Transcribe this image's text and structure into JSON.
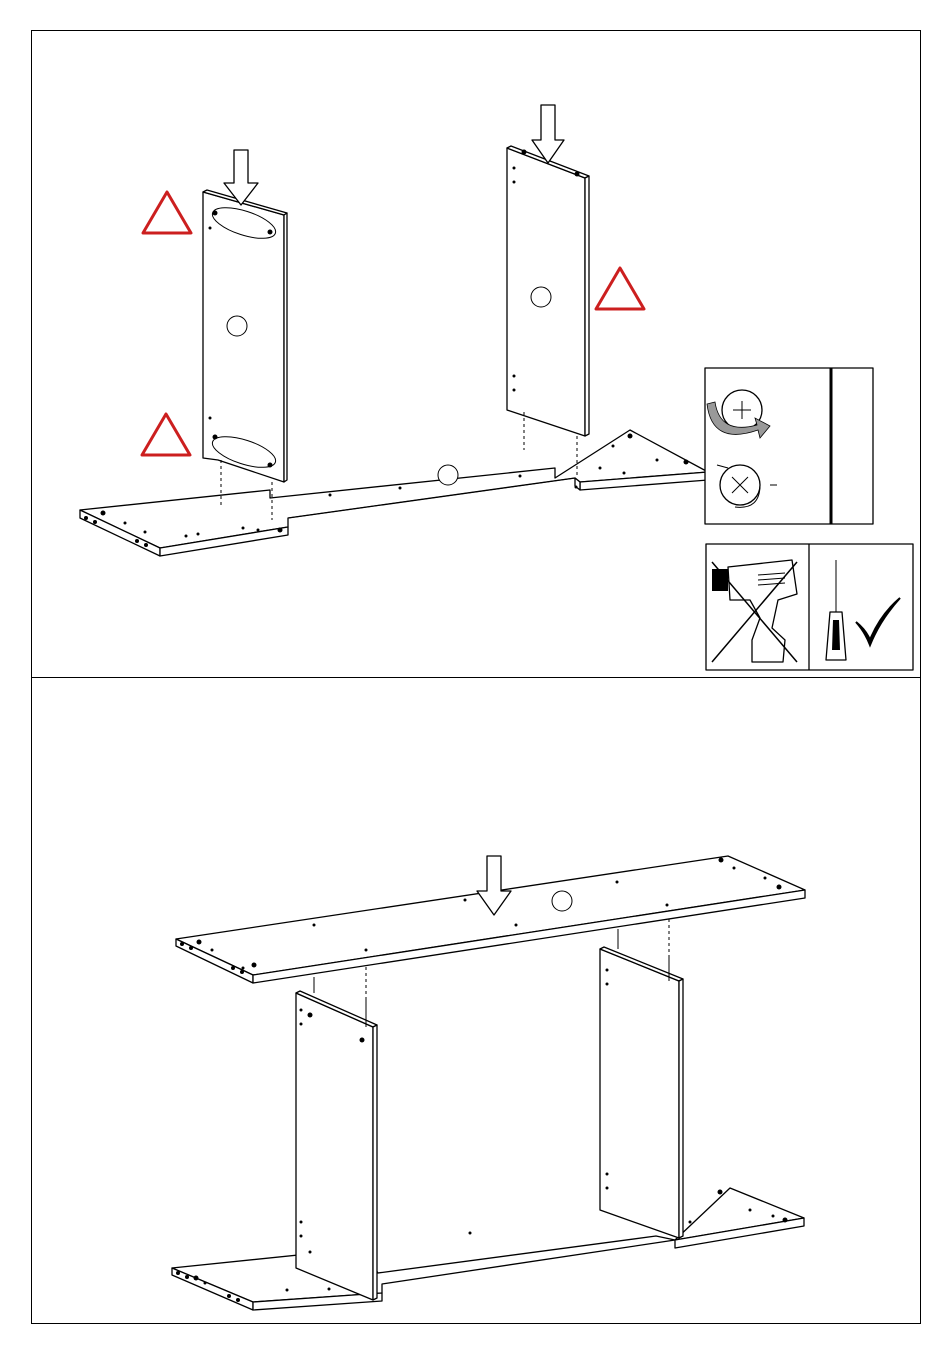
{
  "step_top": {
    "part_callouts": [
      "",
      "",
      ""
    ],
    "warning_count": 3
  },
  "step_bottom": {
    "part_callouts": [
      ""
    ]
  },
  "tool_notice": {
    "power_drill": "prohibited",
    "screwdriver": "allowed"
  },
  "colors": {
    "warning": "#cc1f1f",
    "line": "#000000",
    "background": "#ffffff"
  },
  "icons": [
    "warning-triangle-icon",
    "arrow-down-icon",
    "cam-lock-tighten-icon",
    "cam-lock-loosen-icon",
    "power-drill-crossed-icon",
    "screwdriver-icon",
    "checkmark-icon"
  ]
}
